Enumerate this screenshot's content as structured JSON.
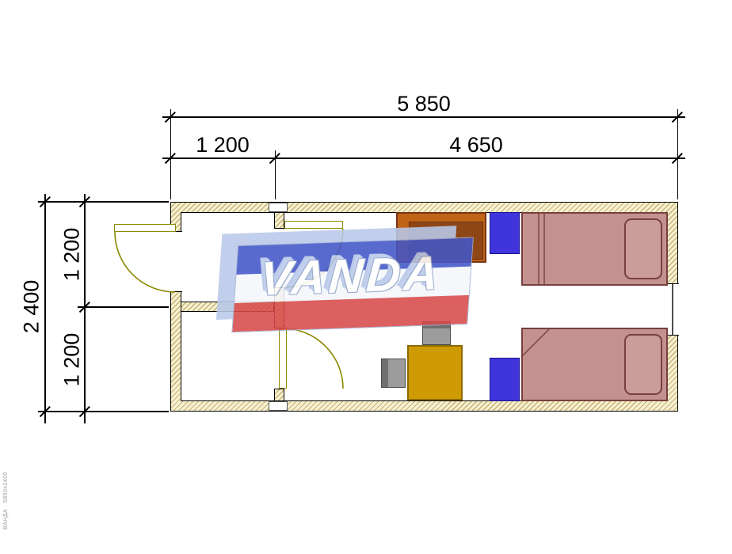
{
  "drawing": {
    "type": "floor-plan",
    "background": "#ffffff"
  },
  "dimensions": {
    "top_total": "5 850",
    "top_segment_left": "1 200",
    "top_segment_right": "4 650",
    "side_total": "2 400",
    "side_segment_top": "1 200",
    "side_segment_bottom": "1 200"
  },
  "watermark": {
    "text": "VANDA",
    "stripe_top_color": "#4356c8",
    "stripe_middle_color": "#f4f6fa",
    "stripe_bottom_color": "#d84b4b",
    "extrusion_color": "#b9c9ea",
    "text_color": "#ffffff"
  },
  "fine_print": "ВАНДА · 5850х2400",
  "plan": {
    "wall_fill_color": "#f6f1d3",
    "wall_hatch_color": "#c9b272",
    "door_symbol_color": "#8a8a00",
    "furniture_colors": {
      "wardrobe": "#c06418",
      "bed": "#c49191",
      "bed_outline": "#77403f",
      "nightstand": "#4034dd",
      "table": "#cf9b05",
      "chair": "#9c9c9c"
    }
  }
}
